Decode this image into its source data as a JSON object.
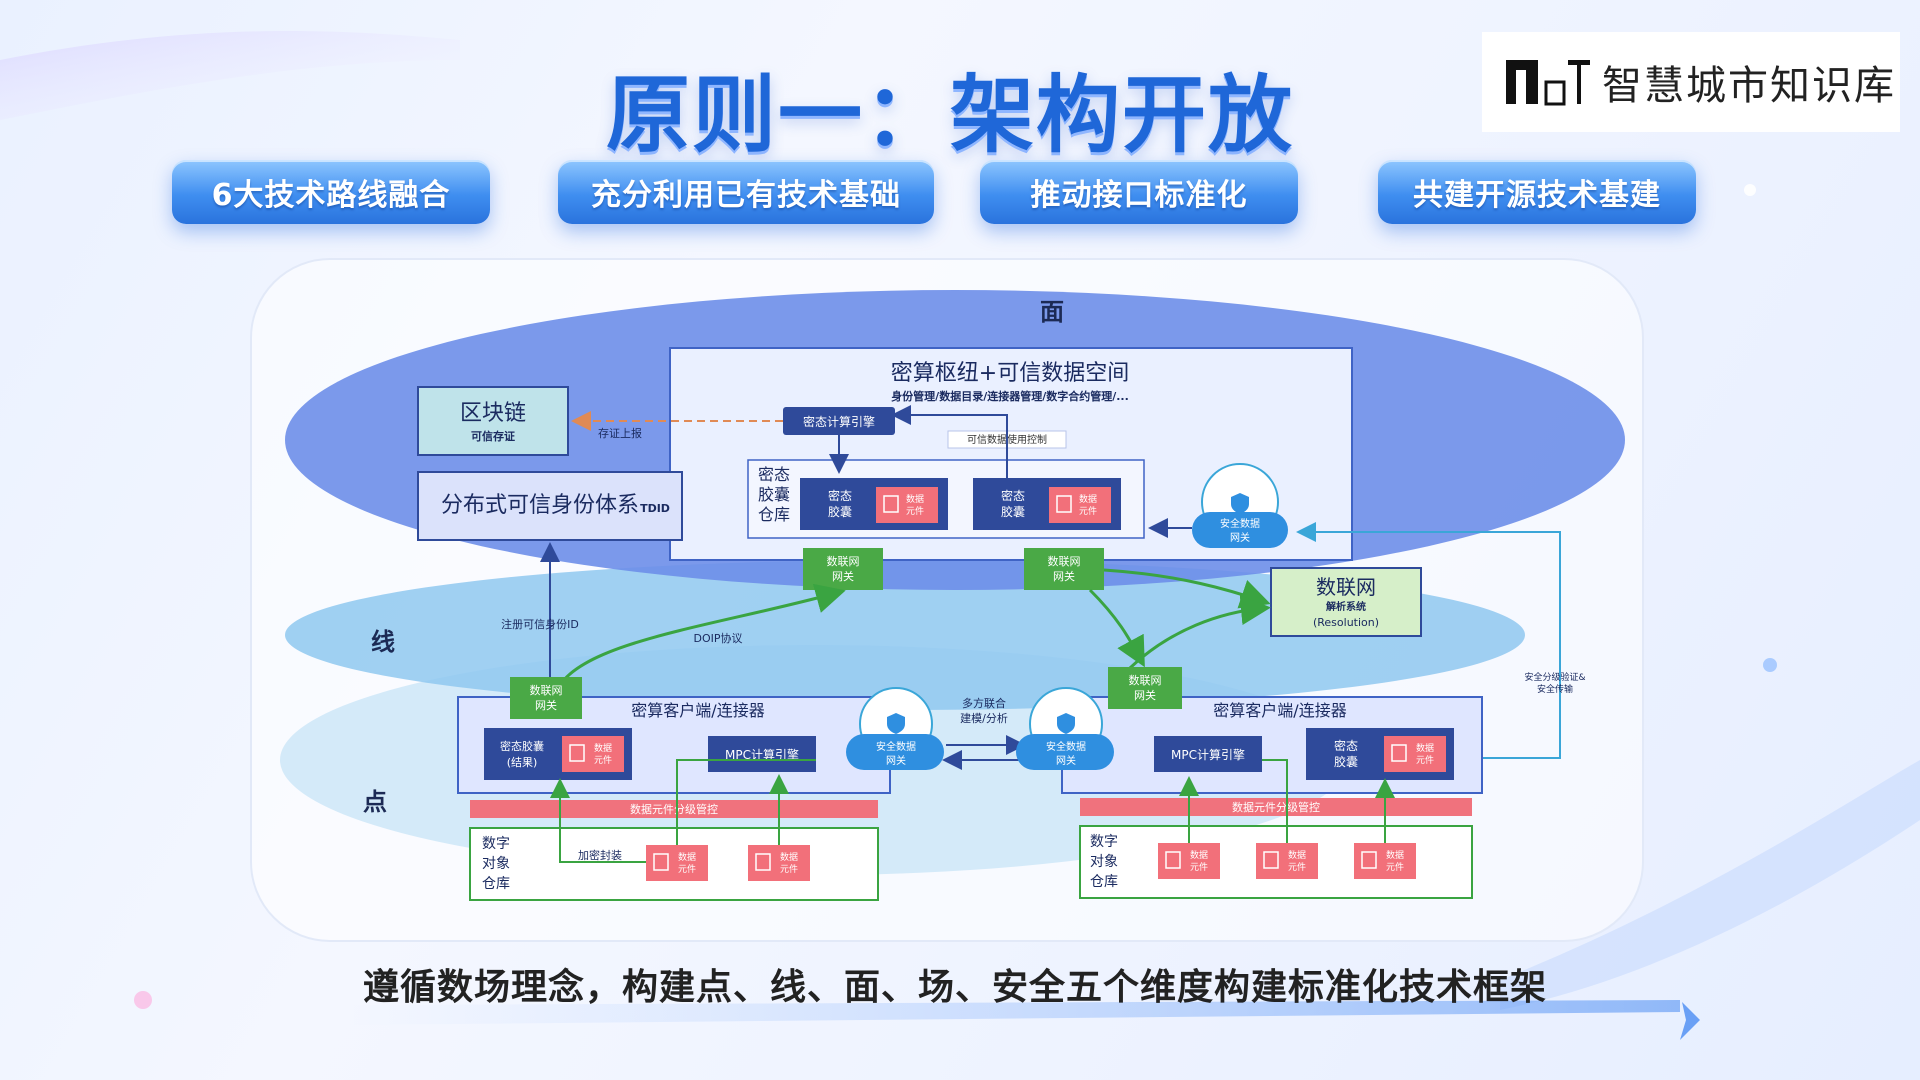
{
  "title": "原则一：架构开放",
  "logo": {
    "text": "智慧城市知识库",
    "mark": "loT"
  },
  "pills": [
    "6大技术路线融合",
    "充分利用已有技术基础",
    "推动接口标准化",
    "共建开源技术基建"
  ],
  "layers": {
    "surface": "面",
    "line": "线",
    "point": "点"
  },
  "top_hub": {
    "title": "密算枢纽+可信数据空间",
    "subtitle": "身份管理/数据目录/连接器管理/数字合约管理/...",
    "engine": "密态计算引擎",
    "policy": "可信数据使用控制",
    "warehouse_label": [
      "密态",
      "胶囊",
      "仓库"
    ],
    "capsule_label": [
      "密态",
      "胶囊"
    ],
    "element_label": [
      "数据",
      "元件"
    ]
  },
  "blockchain": {
    "title": "区块链",
    "subtitle": "可信存证",
    "link": "存证上报"
  },
  "tdid": {
    "title": "分布式可信身份体系",
    "suffix": "TDID"
  },
  "resolution": {
    "title": "数联网",
    "line1": "解析系统",
    "line2": "(Resolution)"
  },
  "gateway_label": [
    "数联网",
    "网关"
  ],
  "security_gateway": [
    "安全数据",
    "网关"
  ],
  "register_label": "注册可信身份ID",
  "doip_label": "DOIP协议",
  "multi_party": [
    "多方联合",
    "建模/分析"
  ],
  "security_verify": [
    "安全分级验证&",
    "安全传输"
  ],
  "left_client": {
    "title": "密算客户端/连接器",
    "capsule": [
      "密态胶囊",
      "(结果)"
    ],
    "mpc": "MPC计算引擎",
    "control_bar": "数据元件分级管控",
    "repo": [
      "数字",
      "对象",
      "仓库"
    ],
    "encrypt": "加密封装"
  },
  "right_client": {
    "title": "密算客户端/连接器",
    "mpc": "MPC计算引擎",
    "capsule": [
      "密态",
      "胶囊"
    ],
    "control_bar": "数据元件分级管控",
    "repo": [
      "数字",
      "对象",
      "仓库"
    ]
  },
  "bottom": "遵循数场理念，构建点、线、面、场、安全五个维度构建标准化技术框架",
  "colors": {
    "accent": "#1f67d8",
    "dark_box": "#2f4a9a",
    "green_box": "#4aa946",
    "red_box": "#f2707a",
    "surface_ellipse": "#6f8ee8",
    "line_ellipse": "#8cc4f0",
    "point_ellipse": "#bfe0f6",
    "control_bar": "#f0727d"
  }
}
